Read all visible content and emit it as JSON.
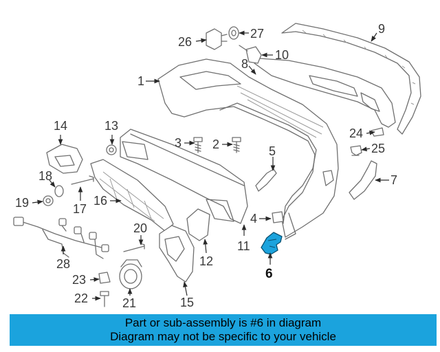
{
  "callouts": {
    "c1": "1",
    "c2": "2",
    "c3": "3",
    "c4": "4",
    "c5": "5",
    "c6": "6",
    "c7": "7",
    "c8": "8",
    "c9": "9",
    "c10": "10",
    "c11": "11",
    "c12": "12",
    "c13": "13",
    "c14": "14",
    "c15": "15",
    "c16": "16",
    "c17": "17",
    "c18": "18",
    "c19": "19",
    "c20": "20",
    "c21": "21",
    "c22": "22",
    "c23": "23",
    "c24": "24",
    "c25": "25",
    "c26": "26",
    "c27": "27",
    "c28": "28"
  },
  "highlight": {
    "part_number": "6",
    "color": "#1ba3dd"
  },
  "banner": {
    "line1": "Part or sub-assembly is #6 in diagram",
    "line2": "Diagram may not be specific to your vehicle",
    "background": "#1ba3dd"
  }
}
